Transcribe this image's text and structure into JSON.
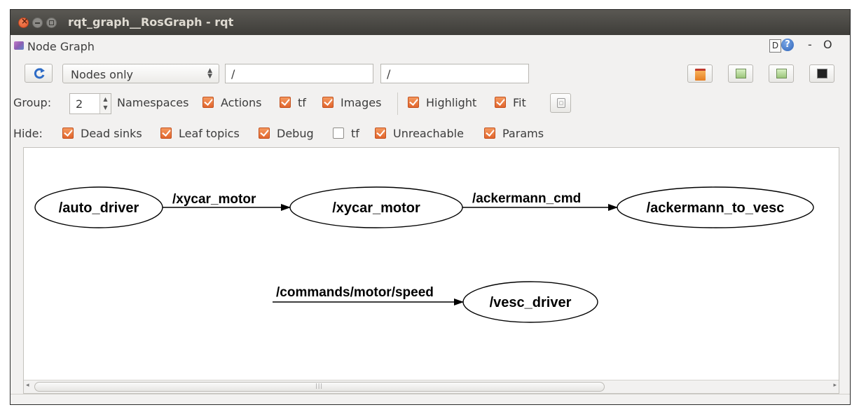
{
  "window": {
    "title": "rqt_graph__RosGraph - rqt"
  },
  "plugin": {
    "title": "Node Graph",
    "d_label": "D",
    "help_label": "?",
    "minimize_label": "-",
    "close_label": "O"
  },
  "toolbar": {
    "view_mode": "Nodes only",
    "filter_nodes": "/",
    "filter_topics": "/",
    "icons": [
      "refresh-icon",
      "open-folder-icon",
      "save-dot-icon",
      "save-svg-icon",
      "screenshot-icon"
    ]
  },
  "options": {
    "group_label": "Group:",
    "group_value": "2",
    "namespaces_label": "Namespaces",
    "actions": {
      "label": "Actions",
      "checked": true
    },
    "tf": {
      "label": "tf",
      "checked": true
    },
    "images": {
      "label": "Images",
      "checked": true
    },
    "highlight": {
      "label": "Highlight",
      "checked": true
    },
    "fit": {
      "label": "Fit",
      "checked": true
    }
  },
  "hide": {
    "label": "Hide:",
    "dead_sinks": {
      "label": "Dead sinks",
      "checked": true
    },
    "leaf_topics": {
      "label": "Leaf topics",
      "checked": true
    },
    "debug": {
      "label": "Debug",
      "checked": true
    },
    "tf": {
      "label": "tf",
      "checked": false
    },
    "unreachable": {
      "label": "Unreachable",
      "checked": true
    },
    "params": {
      "label": "Params",
      "checked": true
    }
  },
  "graph": {
    "nodes": {
      "auto_driver": "/auto_driver",
      "xycar_motor": "/xycar_motor",
      "ackermann_to_vesc": "/ackermann_to_vesc",
      "vesc_driver": "/vesc_driver"
    },
    "edges": {
      "xycar_motor": "/xycar_motor",
      "ackermann_cmd": "/ackermann_cmd",
      "motor_speed": "/commands/motor/speed"
    }
  },
  "colors": {
    "accent": "#e2652d",
    "titlebar": "#3e3d39",
    "window_bg": "#f2f1f0"
  }
}
